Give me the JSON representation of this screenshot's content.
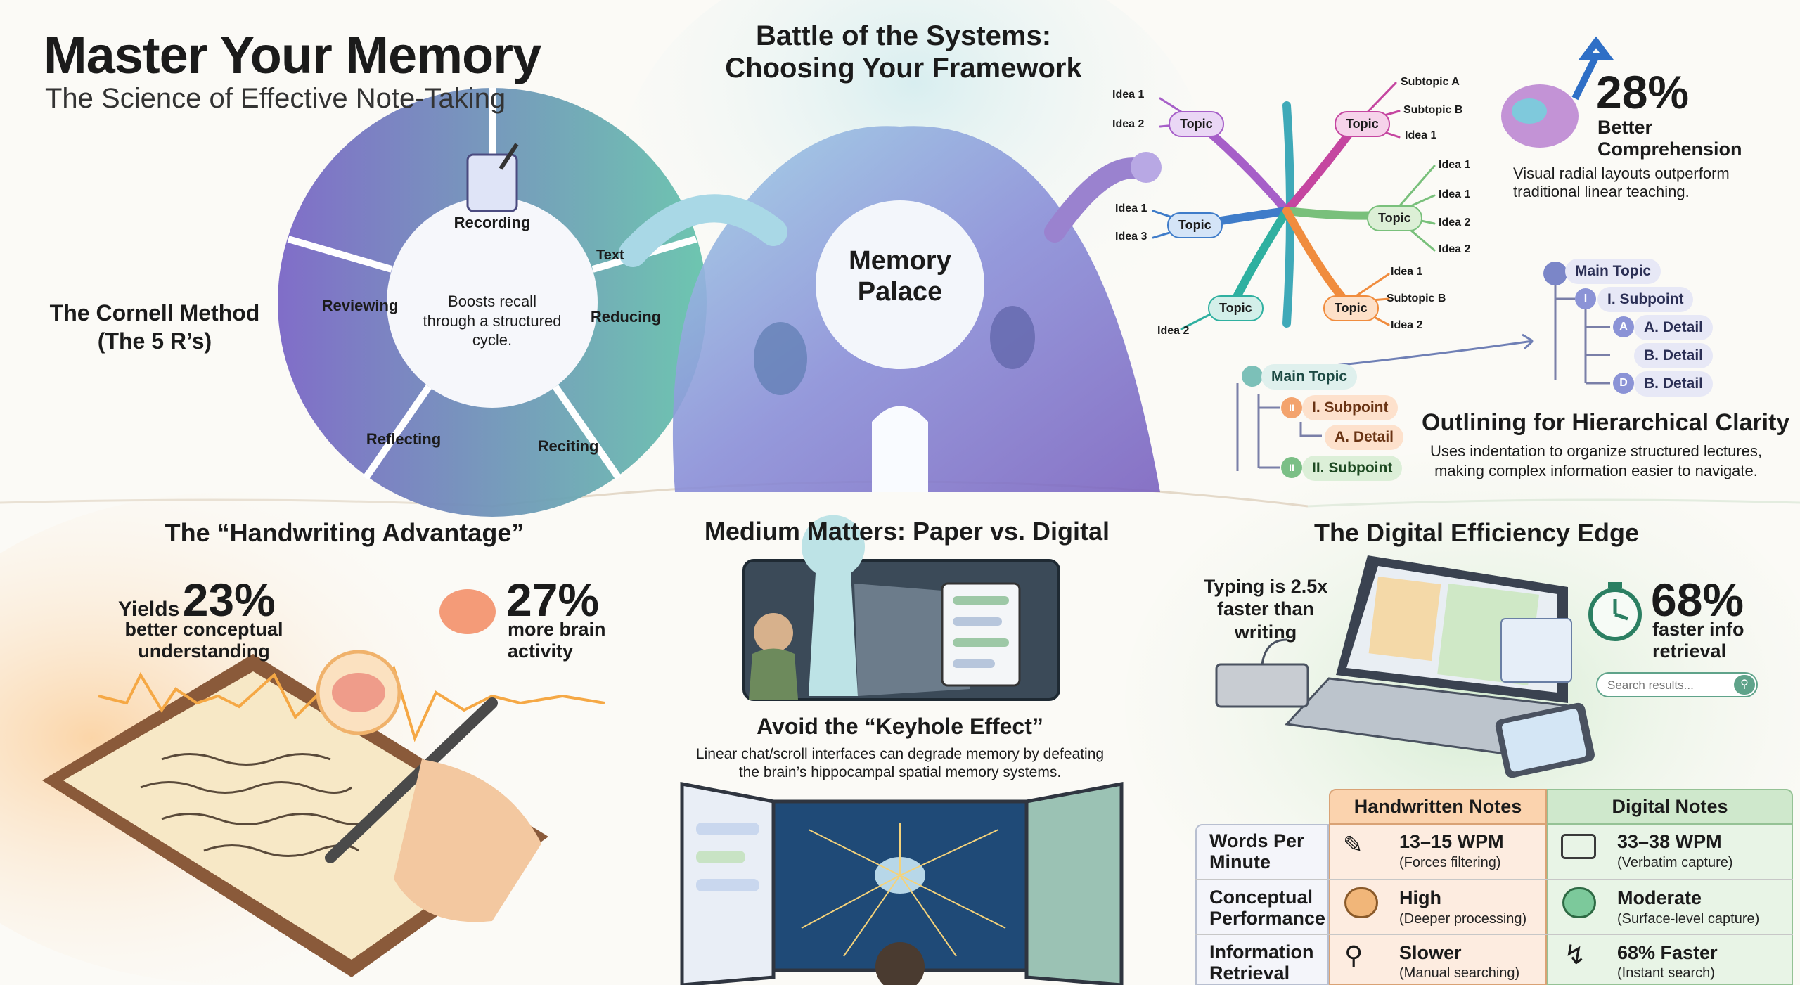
{
  "header": {
    "title": "Master Your Memory",
    "subtitle": "The Science of Effective Note-Taking"
  },
  "cornell": {
    "label": "The Cornell Method\n(The 5 R’s)",
    "center": "Boosts recall through a structured cycle.",
    "steps": [
      "Recording",
      "Reducing",
      "Reciting",
      "Reflecting",
      "Reviewing"
    ],
    "reducing_icon_text": "Text"
  },
  "battle": {
    "title": "Battle of the Systems:\nChoosing Your Framework",
    "palace": "Memory\nPalace"
  },
  "mindmap": {
    "nodes": [
      "Topic",
      "Topic",
      "Topic",
      "Topic",
      "Topic",
      "Topic"
    ],
    "ideas": [
      "Idea 1",
      "Idea 2",
      "Idea 1",
      "Idea 3",
      "Idea 2",
      "Subtopic A",
      "Subtopic B",
      "Idea 1",
      "Idea 1",
      "Idea 1",
      "Idea 2",
      "Idea 2",
      "Idea 1",
      "Subtopic B",
      "Idea 2"
    ]
  },
  "comprehension": {
    "value": "28%",
    "label": "Better\nComprehension",
    "desc": "Visual radial layouts outperform\ntraditional linear teaching."
  },
  "outline_right": [
    "Main Topic",
    "I. Subpoint",
    "A. Detail",
    "B. Detail",
    "B. Detail"
  ],
  "outline_right_markers": [
    "I",
    "A",
    "D"
  ],
  "outline_left": [
    "Main Topic",
    "I. Subpoint",
    "A. Detail",
    "II. Subpoint"
  ],
  "outline_left_markers": [
    "II",
    "II"
  ],
  "outlining": {
    "title": "Outlining for Hierarchical Clarity",
    "desc": "Uses indentation to organize structured lectures,\nmaking complex information easier to navigate."
  },
  "handwriting": {
    "title": "The “Handwriting Advantage”",
    "stat1_prefix": "Yields",
    "stat1_value": "23%",
    "stat1_label": "better conceptual\nunderstanding",
    "stat2_value": "27%",
    "stat2_label": "more brain\nactivity"
  },
  "medium": {
    "title": "Medium Matters: Paper vs. Digital",
    "keyhole_title": "Avoid the “Keyhole Effect”",
    "keyhole_desc": "Linear chat/scroll interfaces can degrade memory by defeating\nthe brain’s hippocampal spatial memory systems."
  },
  "digital": {
    "title": "The Digital Efficiency Edge",
    "typing": "Typing is 2.5x\nfaster than\nwriting",
    "stat_value": "68%",
    "stat_label": "faster info\nretrieval",
    "search_placeholder": "Search results..."
  },
  "table": {
    "headers": [
      "Handwritten Notes",
      "Digital Notes"
    ],
    "rows": [
      {
        "label": "Words Per\nMinute",
        "hand_main": "13–15 WPM",
        "hand_sub": "(Forces filtering)",
        "digital_main": "33–38 WPM",
        "digital_sub": "(Verbatim capture)"
      },
      {
        "label": "Conceptual\nPerformance",
        "hand_main": "High",
        "hand_sub": "(Deeper processing)",
        "digital_main": "Moderate",
        "digital_sub": "(Surface-level capture)"
      },
      {
        "label": "Information\nRetrieval",
        "hand_main": "Slower",
        "hand_sub": "(Manual searching)",
        "digital_main": "68% Faster",
        "digital_sub": "(Instant search)"
      }
    ]
  },
  "colors": {
    "purple": "#7f6cc2",
    "teal": "#5fb8a6",
    "orange": "#f0a35e",
    "green": "#79c07b",
    "magenta": "#c546a0",
    "blue": "#3f7cc9"
  }
}
